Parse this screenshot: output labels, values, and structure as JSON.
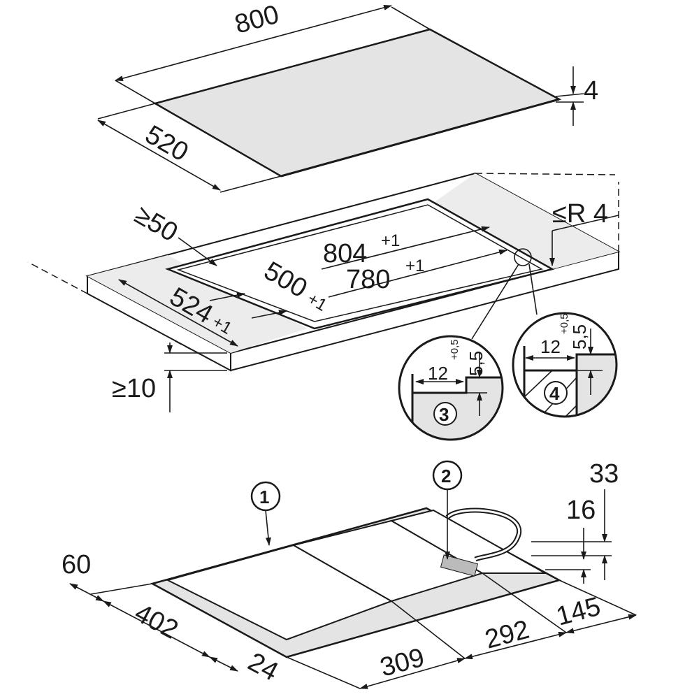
{
  "top_panel": {
    "width": "800",
    "depth": "520",
    "thickness": "4"
  },
  "cutout": {
    "edge_distance": "≥50",
    "outer_length": "804",
    "outer_length_tol": "+1",
    "inner_length": "780",
    "inner_length_tol": "+1",
    "inner_depth": "500",
    "inner_depth_tol": "+1",
    "outer_depth": "524",
    "outer_depth_tol": "+1",
    "corner_radius": "≤R 4",
    "worktop_thickness": "≥10"
  },
  "detail_3": {
    "callout": "3",
    "rebate_width": "12",
    "rebate_depth": "5,5",
    "tolerance": "+0,5"
  },
  "detail_4": {
    "callout": "4",
    "rebate_width": "12",
    "rebate_depth": "5,5",
    "tolerance": "+0,5"
  },
  "bottom_unit": {
    "callout_1": "1",
    "callout_2": "2",
    "height_33": "33",
    "height_16": "16",
    "depth_60": "60",
    "width_402": "402",
    "width_24": "24",
    "width_309": "309",
    "width_292": "292",
    "width_145": "145"
  },
  "colors": {
    "panel": "#e4e4e4",
    "line": "#1a1a1a"
  }
}
